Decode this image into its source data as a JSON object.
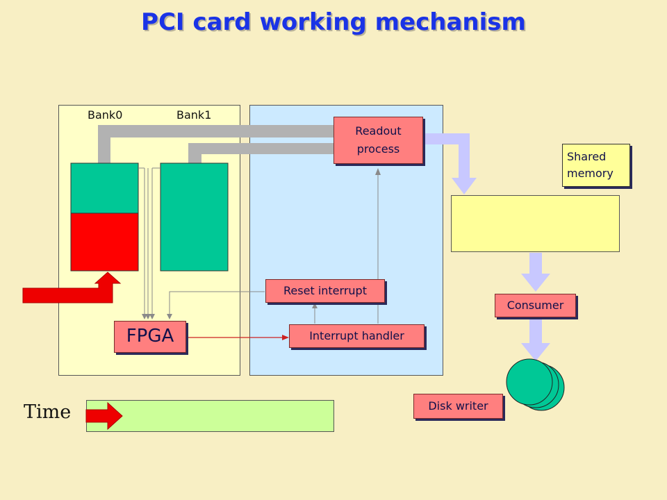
{
  "title": "PCI card working mechanism",
  "banks": {
    "bank0": "Bank0",
    "bank1": "Bank1"
  },
  "boxes": {
    "readout": "Readout process",
    "shared_memory": "Shared memory",
    "reset_interrupt": "Reset interrupt",
    "interrupt_handler": "Interrupt handler",
    "fpga": "FPGA",
    "consumer": "Consumer",
    "disk_writer": "Disk writer"
  },
  "time_label": "Time",
  "colors": {
    "card_panel": "#ffffc8",
    "host_panel": "#cceaff",
    "bank_fill": "#00c896",
    "bank_full": "#ff0000",
    "shared_memory_block": "#ffff99",
    "timeline": "#ccff99",
    "label_box": "#ff7f7f",
    "bus": "#b2b2b2",
    "flow_arrow": "#c8c8ff",
    "red_arrow": "#ee0000"
  }
}
